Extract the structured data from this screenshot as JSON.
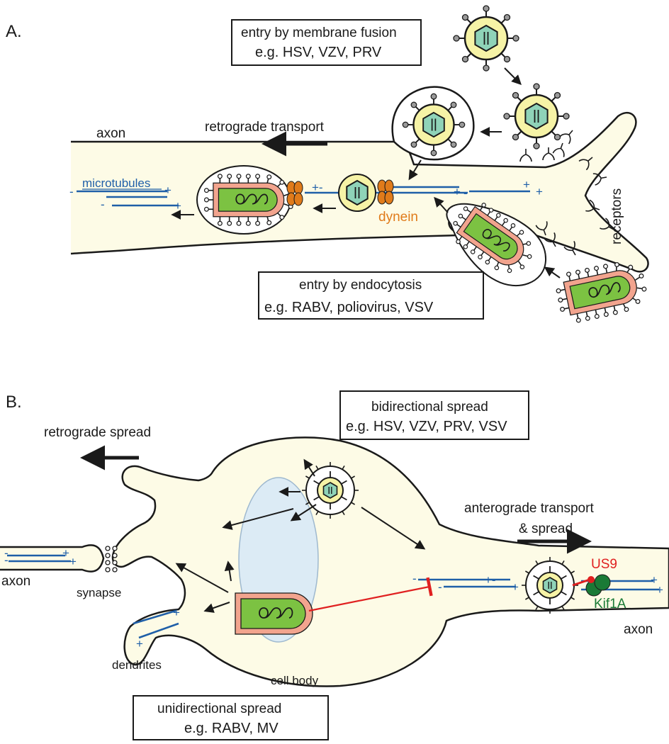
{
  "panels": {
    "a": {
      "label": "A.",
      "fusion_box": {
        "line1": "entry by membrane fusion",
        "line2": "e.g. HSV, VZV, PRV"
      },
      "endocytosis_box": {
        "line1": "entry by endocytosis",
        "line2": "e.g. RABV, poliovirus, VSV"
      },
      "retrograde_transport": "retrograde transport",
      "axon": "axon",
      "microtubules": "microtubules",
      "dynein": "dynein",
      "receptors": "receptors"
    },
    "b": {
      "label": "B.",
      "retrograde_spread": "retrograde spread",
      "bidirectional_box": {
        "line1": "bidirectional spread",
        "line2": "e.g. HSV, VZV, PRV, VSV"
      },
      "anterograde_line1": "anterograde transport",
      "anterograde_line2": "& spread",
      "us9": "US9",
      "kif1a": "Kif1A",
      "axon_left": "axon",
      "axon_right": "axon",
      "synapse": "synapse",
      "dendrites": "dendrites",
      "cell_body": "cell body",
      "unidirectional_box": {
        "line1": "unidirectional spread",
        "line2": "e.g. RABV, MV"
      }
    }
  },
  "colors": {
    "cytoplasm": "#fdfbe6",
    "microtubule": "#1f5fa8",
    "dynein": "#e07b1a",
    "envelope_yellow": "#f6f3a6",
    "capsid_green": "#8fd3b8",
    "rabv_core": "#7cc242",
    "rabv_envelope": "#f2a48e",
    "nucleus": "#dcebf5",
    "us9": "#e02020",
    "kif1a": "#1a7a36"
  }
}
